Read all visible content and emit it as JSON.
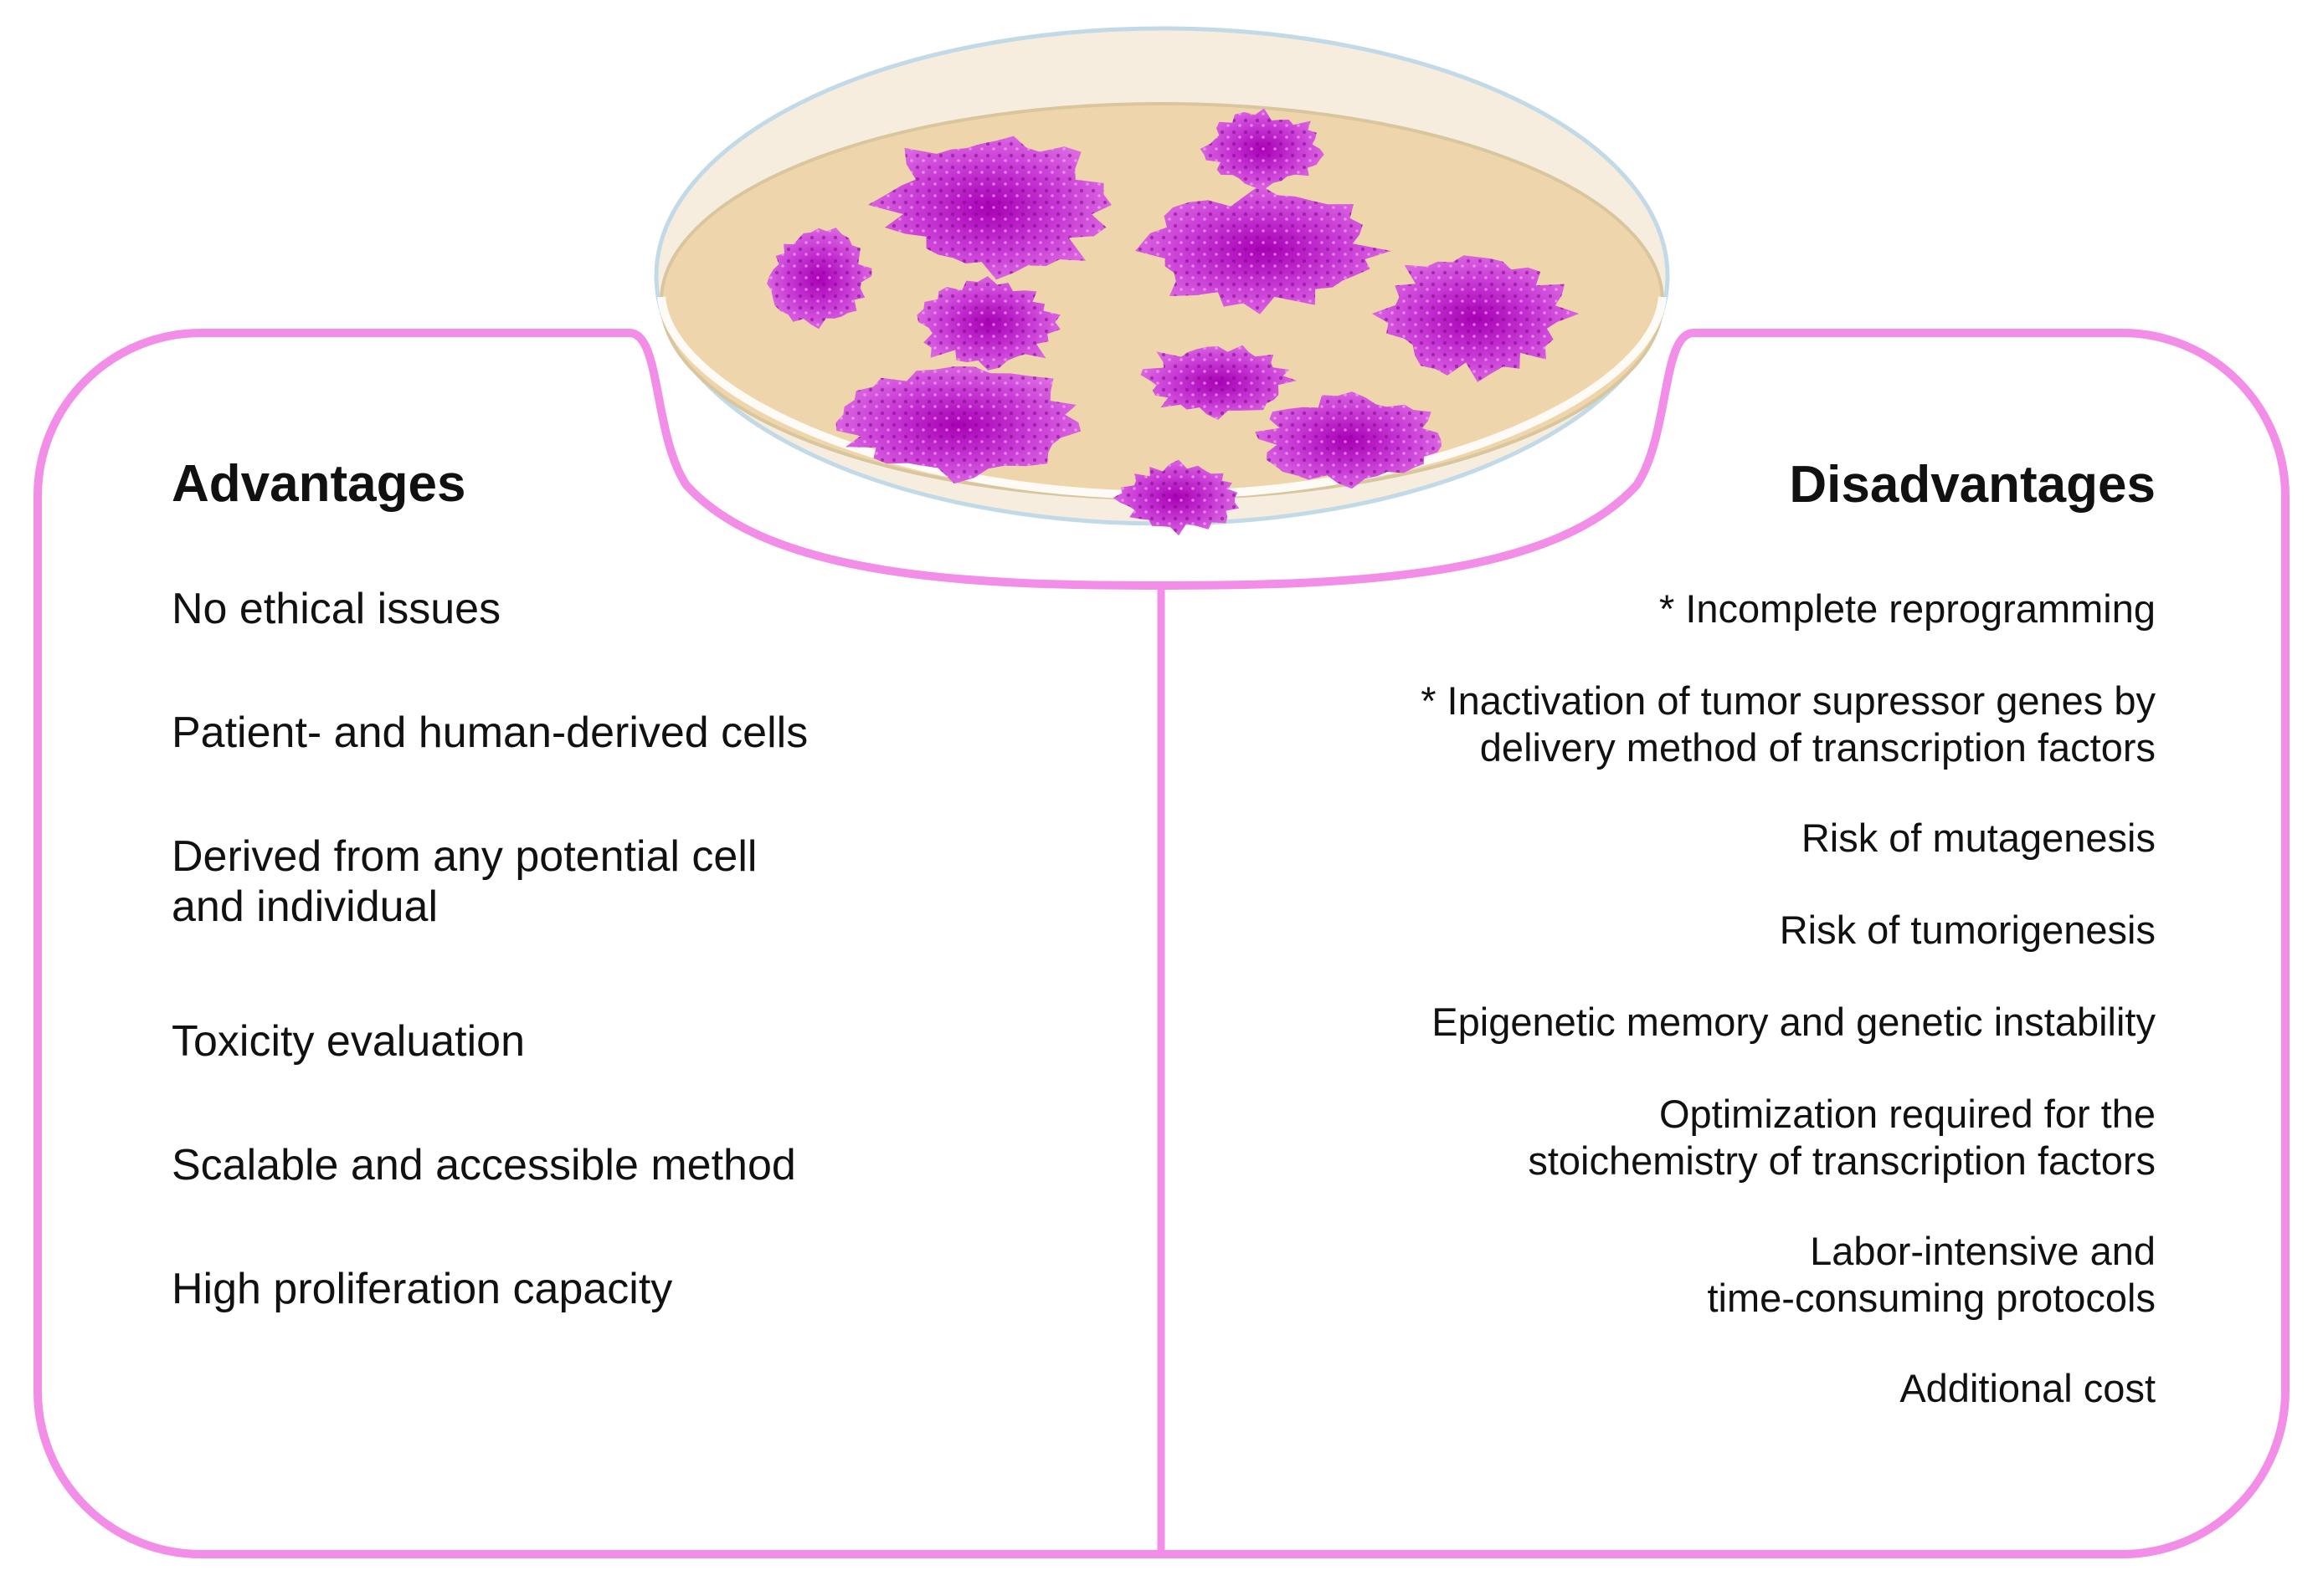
{
  "colors": {
    "border": "#f28de8",
    "advantages_bg_start": "#c4f7d6",
    "advantages_bg_end": "#e3d9c7",
    "disadvantages_bg_start": "#e7cfc0",
    "disadvantages_bg_end": "#fbb0b1",
    "dish_medium": "#efd5ab",
    "colony": "#c93ad6"
  },
  "advantages": {
    "title": "Advantages",
    "items": [
      "No ethical issues",
      "Patient- and human-derived cells",
      "Derived from any potential cell\nand individual",
      "Toxicity evaluation",
      "Scalable and accessible method",
      "High proliferation capacity"
    ]
  },
  "disadvantages": {
    "title": "Disadvantages",
    "items": [
      "* Incomplete reprogramming",
      "* Inactivation of tumor supressor genes by\ndelivery method of transcription factors",
      "Risk of mutagenesis",
      "Risk of tumorigenesis",
      "Epigenetic memory and genetic instability",
      "Optimization required for the\nstoichemistry of transcription factors",
      "Labor-intensive and\ntime-consuming protocols",
      "Additional cost"
    ]
  },
  "illustration": {
    "dish_icon": "petri-dish-icon",
    "colony_icon": "cell-colony-icon"
  }
}
